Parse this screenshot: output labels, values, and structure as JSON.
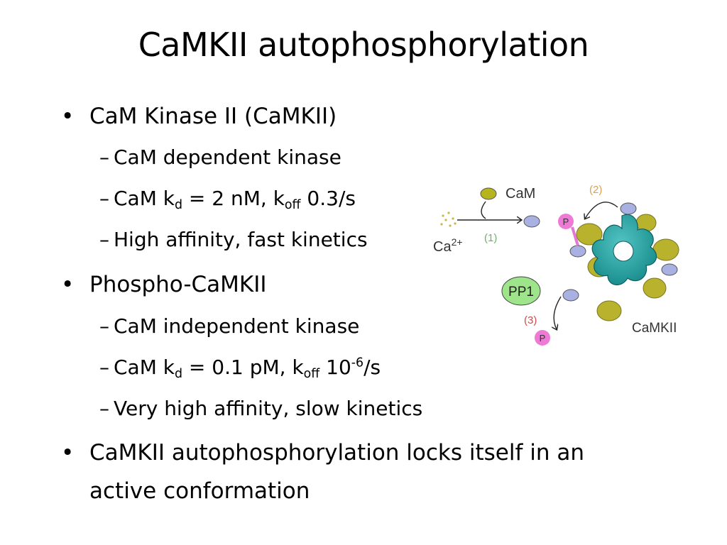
{
  "slide": {
    "title": "CaMKII autophosphorylation",
    "bullet_glyph": "•",
    "dash_glyph": "–",
    "items": [
      {
        "text": "CaM Kinase II (CaMKII)"
      },
      {
        "text": "CaM dependent kinase"
      },
      {
        "pre": "CaM k",
        "sub1": "d",
        "mid": " = 2 nM, k",
        "sub2": "off",
        "post": " 0.3/s"
      },
      {
        "text": "High affinity, fast kinetics"
      },
      {
        "text": "Phospho-CaMKII"
      },
      {
        "text": "CaM independent kinase"
      },
      {
        "pre": "CaM k",
        "sub1": "d",
        "mid": " = 0.1 pM, k",
        "sub2": "off",
        "post": "  10",
        "sup": "-6",
        "tail": "/s"
      },
      {
        "text": "Very high affinity, slow kinetics"
      },
      {
        "text": "CaMKII autophosphorylation locks itself in an"
      },
      {
        "text": "active conformation"
      }
    ]
  },
  "figure": {
    "labels": {
      "cam": "CaM",
      "ca_base": "Ca",
      "ca_charge": "2+",
      "step1": "(1)",
      "step2": "(2)",
      "step3": "(3)",
      "pp1": "PP1",
      "phosphate": "P",
      "camkii": "CaMKII"
    },
    "colors": {
      "cam": "#b7b51e",
      "calcium_dots": "#c8b84a",
      "binding_site": "#a9b1e3",
      "phosphate": "#ee7ad6",
      "pp1": "#9ee48a",
      "hub": "#1b8f8f",
      "hub_light": "#52c3c3",
      "subunit": "#b9b22d",
      "step1_label": "#6fb06a",
      "step2_label": "#d6a350",
      "step3_label": "#cf4a4a"
    },
    "icons": [
      "curved-arrow-icon",
      "arrow-icon",
      "phosphate-icon"
    ]
  }
}
